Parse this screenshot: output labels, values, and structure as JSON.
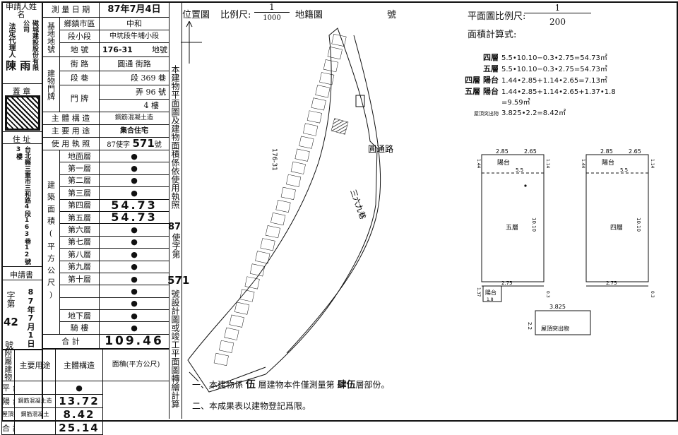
{
  "left_col": {
    "applicant_header": "申請人姓名",
    "applicant_company": "磁城建設股份有限公司",
    "applicant_role": "法定代理人",
    "applicant_name": "陳 雨",
    "seal_label": "蓋 章",
    "address_label": "住 址",
    "address": "台北縣三重市三和路4段163巷12號3樓",
    "application_label": "申請書",
    "app_prefix": "字第",
    "app_number": "42",
    "app_date": "87年7月1日",
    "app_suffix": "號"
  },
  "form": {
    "survey_date_label": "測 量 日 期",
    "survey_date": "87年7月4日",
    "base_label": "基地地號",
    "township_label": "鄉鎮市區",
    "township": "中和",
    "section_label": "段小段",
    "section": "中坑段牛埔小段",
    "lot_label": "地 號",
    "lot": "176-31",
    "lot_suffix": "地號",
    "building_label": "建物門牌",
    "street_label": "街 路",
    "street": "圓通 街路",
    "lane_label": "段 巷",
    "lane": "段 369 巷",
    "door_label": "門 牌",
    "alley": "弄 96 號",
    "floor": "4 樓",
    "structure_label": "主 體 構 造",
    "structure": "鋼筋混凝土造",
    "usage_label": "主 要 用 途",
    "usage": "集合住宅",
    "permit_label": "使 用 執 照",
    "permit_year": "87",
    "permit_mid": "使字",
    "permit_no": "571",
    "permit_suffix": "號",
    "area_label": "建築面積(平方公尺)",
    "floors": [
      {
        "name": "地面層",
        "value": "●"
      },
      {
        "name": "第一層",
        "value": "●"
      },
      {
        "name": "第二層",
        "value": "●"
      },
      {
        "name": "第三層",
        "value": "●"
      },
      {
        "name": "第四層",
        "value": "54.73"
      },
      {
        "name": "第五層",
        "value": "54.73"
      },
      {
        "name": "第六層",
        "value": "●"
      },
      {
        "name": "第七層",
        "value": "●"
      },
      {
        "name": "第八層",
        "value": "●"
      },
      {
        "name": "第九層",
        "value": "●"
      },
      {
        "name": "第十層",
        "value": "●"
      },
      {
        "name": "",
        "value": "●"
      },
      {
        "name": "",
        "value": "●"
      },
      {
        "name": "地下層",
        "value": "●"
      },
      {
        "name": "騎 樓",
        "value": "●"
      }
    ],
    "total_label": "合 計",
    "total": "109.46",
    "annex_label": "附屬建物",
    "annex_head_use": "主要用途",
    "annex_head_struct": "主體構造",
    "annex_head_area": "面積(平方公尺)",
    "annex_rows": [
      {
        "use": "平 台",
        "struct": "",
        "area": "●"
      },
      {
        "use": "陽 台",
        "struct": "鋼筋混凝土造",
        "area": "13.72"
      },
      {
        "use": "屋頂突出物",
        "struct": "鋼筋混凝土",
        "area": "8.42"
      }
    ],
    "annex_total_label": "合 計",
    "annex_total": "25.14"
  },
  "middle": {
    "vertical_text": "本建物平面圖及建物面積係依使用執照",
    "permit_year": "87",
    "permit_mid": "使字第",
    "permit_no": "571",
    "vertical_text2": "號設計圖或竣工平面圖轉繪計算",
    "location_label": "位置圖",
    "scale_label": "比例尺:",
    "scale_num": "1",
    "scale_den": "1000",
    "cadastral_label": "地籍圖",
    "cadastral_suffix": "號",
    "road_label": "圓通路",
    "lane_label": "三六九巷",
    "lot_parcel": "176-31"
  },
  "notes": {
    "note1_prefix": "一、本建物係",
    "note1_floor": "伍",
    "note1_mid": "層建物本件僅測量第",
    "note1_part": "肆伍",
    "note1_suffix": "層部份。",
    "note2": "二、本成果表以建物登記爲限。"
  },
  "right": {
    "plan_scale_label": "平面圖比例尺:",
    "plan_scale_num": "1",
    "plan_scale_den": "200",
    "area_calc_label": "面積計算式:",
    "calc_lines": [
      {
        "floor": "四層",
        "formula": "5.5•10.10−0.3•2.75=54.73㎡"
      },
      {
        "floor": "五層",
        "formula": "5.5•10.10−0.3•2.75=54.73㎡"
      },
      {
        "floor": "四層 陽台",
        "formula": "1.44•2.85+1.14•2.65=7.13㎡"
      },
      {
        "floor": "五層 陽台",
        "formula": "1.44•2.85+1.14•2.65+1.37•1.8"
      },
      {
        "floor": "",
        "formula": "=9.59㎡"
      },
      {
        "floor": "屋頂突出物",
        "formula": "3.825•2.2=8.42㎡"
      }
    ],
    "plan5": {
      "top_a": "2.85",
      "top_b": "2.65",
      "balcony": "陽台",
      "width": "5.5",
      "left_dim": "1.44",
      "right_dim": "1.14",
      "depth": "10.10",
      "label": "五層",
      "bottom": "2.75",
      "foot": "1.37",
      "foot_w": "1.8",
      "foot_label": "陽台",
      "side": "0.3"
    },
    "plan4": {
      "top_a": "2.85",
      "top_b": "2.65",
      "balcony": "陽台",
      "width": "5.5",
      "left_dim": "1.44",
      "right_dim": "1.14",
      "depth": "10.10",
      "label": "四層",
      "bottom": "2.75",
      "side": "0.3"
    },
    "roof": {
      "width": "3.825",
      "height": "2.2",
      "label": "屋頂突出物"
    }
  }
}
